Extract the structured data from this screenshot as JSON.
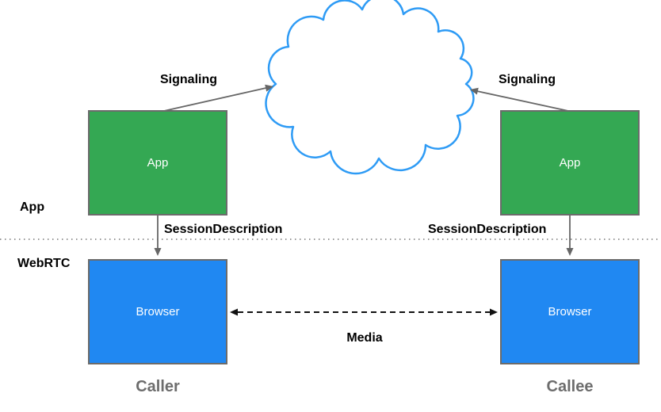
{
  "diagram": {
    "layer_labels": {
      "app": "App",
      "webrtc": "WebRTC"
    },
    "nodes": {
      "caller_app": "App",
      "callee_app": "App",
      "caller_browser": "Browser",
      "callee_browser": "Browser"
    },
    "edges": {
      "signaling_left": "Signaling",
      "signaling_right": "Signaling",
      "session_description_left": "SessionDescription",
      "session_description_right": "SessionDescription",
      "media": "Media"
    },
    "captions": {
      "caller": "Caller",
      "callee": "Callee"
    },
    "colors": {
      "app_box": "#34a853",
      "browser_box": "#2088f2",
      "cloud_stroke": "#2e9bf5",
      "arrow": "#666666",
      "media_arrow": "#111111",
      "caption": "#6d6d6d",
      "border": "#6b6b6b"
    }
  }
}
